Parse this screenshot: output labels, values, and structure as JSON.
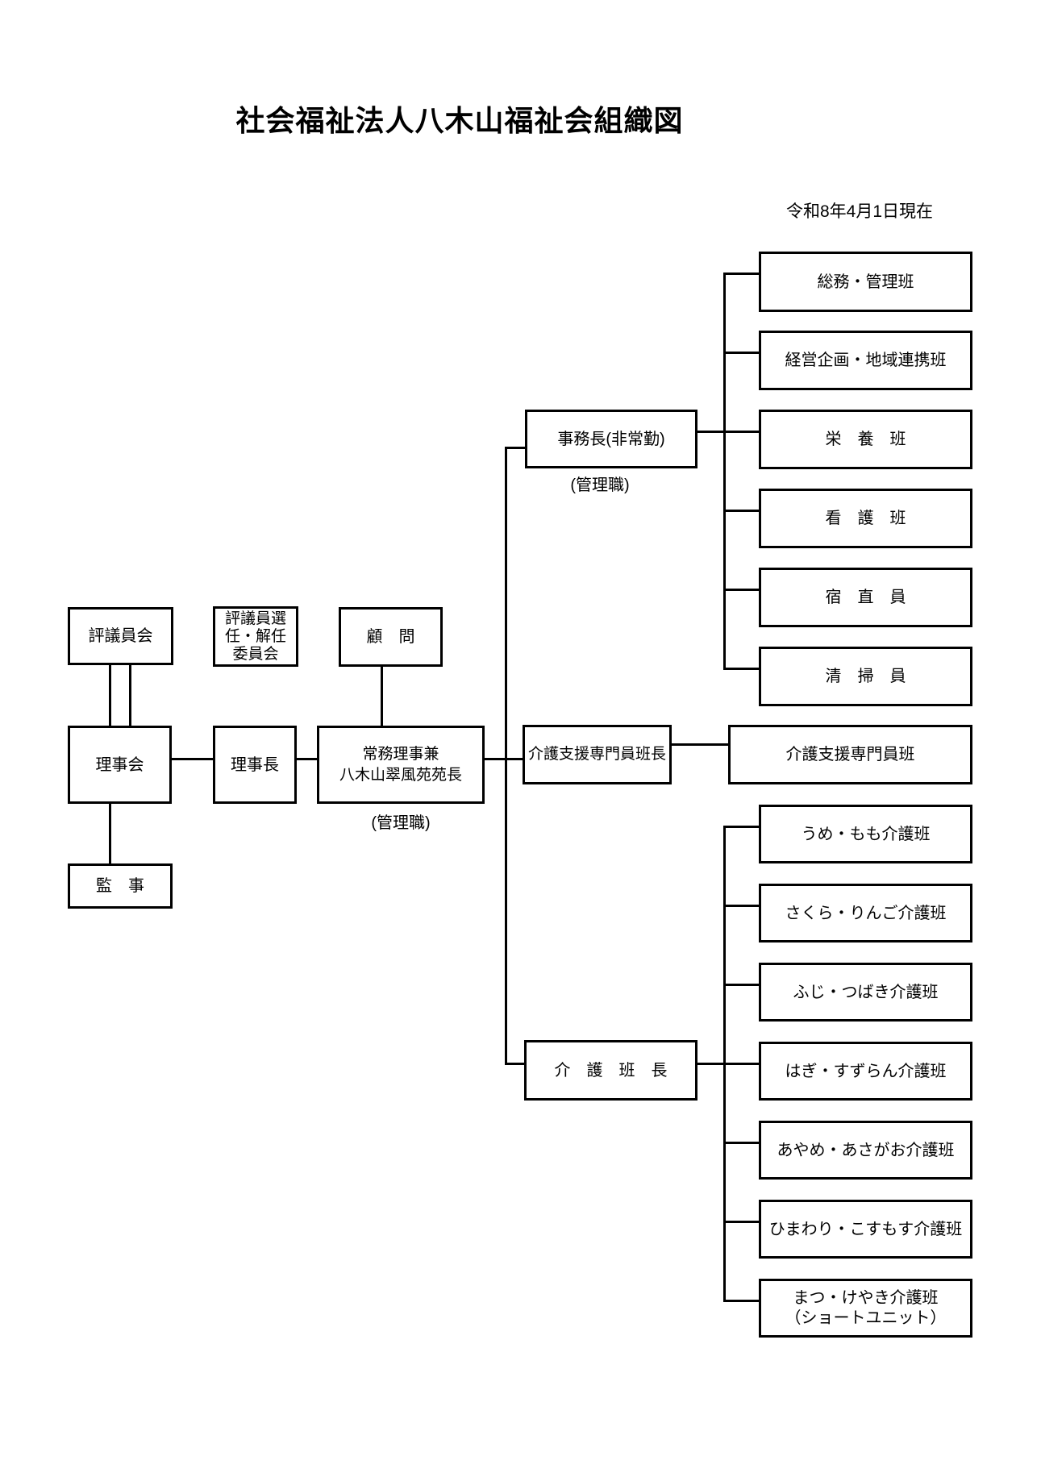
{
  "title": "社会福祉法人八木山福祉会組織図",
  "as_of": "令和8年4月1日現在",
  "governance": {
    "hyogiinkai": "評議員会",
    "sennin_kainin_iinkai": [
      "評議員選",
      "任・解任",
      "委員会"
    ],
    "komon": "顧　問",
    "rijikai": "理事会",
    "rijicho": "理事長",
    "kanji": "監　事",
    "jomu_riji": [
      "常務理事兼",
      "八木山翠風苑苑長"
    ],
    "jomu_riji_sub": "(管理職)"
  },
  "management": {
    "jimucho": "事務長(非常勤)",
    "jimucho_sub": "(管理職)",
    "kaigo_shien_hancho": "介護支援専門員班長",
    "kaigo_hancho": "介　護　班　長"
  },
  "admin_teams": [
    "総務・管理班",
    "経営企画・地域連携班",
    "栄　養　班",
    "看　護　班",
    "宿　直　員",
    "清　掃　員"
  ],
  "kaigo_shien_team": "介護支援専門員班",
  "care_teams": [
    "うめ・もも介護班",
    "さくら・りんご介護班",
    "ふじ・つばき介護班",
    "はぎ・すずらん介護班",
    "あやめ・あさがお介護班",
    "ひまわり・こすもす介護班"
  ],
  "care_team_short_unit": [
    "まつ・けやき介護班",
    "（ショートユニット）"
  ]
}
